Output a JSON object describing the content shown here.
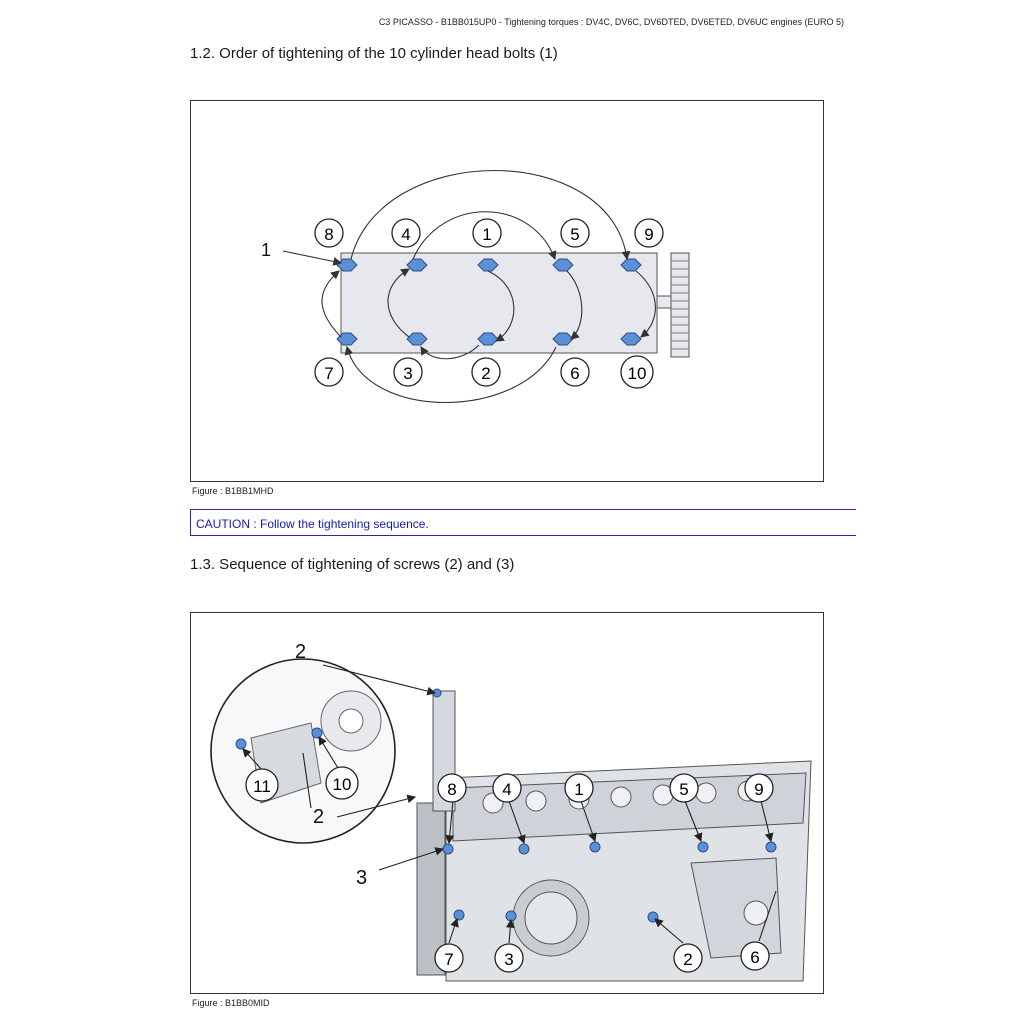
{
  "header": {
    "doc_ref": "C3 PICASSO - B1BB015UP0 - Tightening torques : DV4C, DV6C, DV6DTED, DV6ETED, DV6UC engines (EURO 5)"
  },
  "section_1_2": {
    "title": "1.2. Order of tightening of the 10 cylinder head bolts (1)",
    "figure_caption": "Figure : B1BB1MHD",
    "pointer_label": "1",
    "top_labels": [
      "8",
      "4",
      "1",
      "5",
      "9"
    ],
    "bottom_labels": [
      "7",
      "3",
      "2",
      "6",
      "10"
    ]
  },
  "caution": {
    "text": "CAUTION : Follow the tightening sequence."
  },
  "section_1_3": {
    "title": "1.3. Sequence of tightening of screws (2) and (3)",
    "figure_caption": "Figure : B1BB0MID",
    "inset_labels": {
      "top": "2",
      "mid": "2",
      "left_circle": "11",
      "right_circle": "10"
    },
    "side_label": "3",
    "top_labels": [
      "8",
      "4",
      "1",
      "5",
      "9"
    ],
    "bottom_labels": [
      "7",
      "3",
      "2",
      "6"
    ]
  },
  "colors": {
    "bolt": "#5b8fd6",
    "head_fill": "#e6e8ed",
    "caution_text": "#1a1ab8",
    "caution_border": "#2a2aa8"
  }
}
